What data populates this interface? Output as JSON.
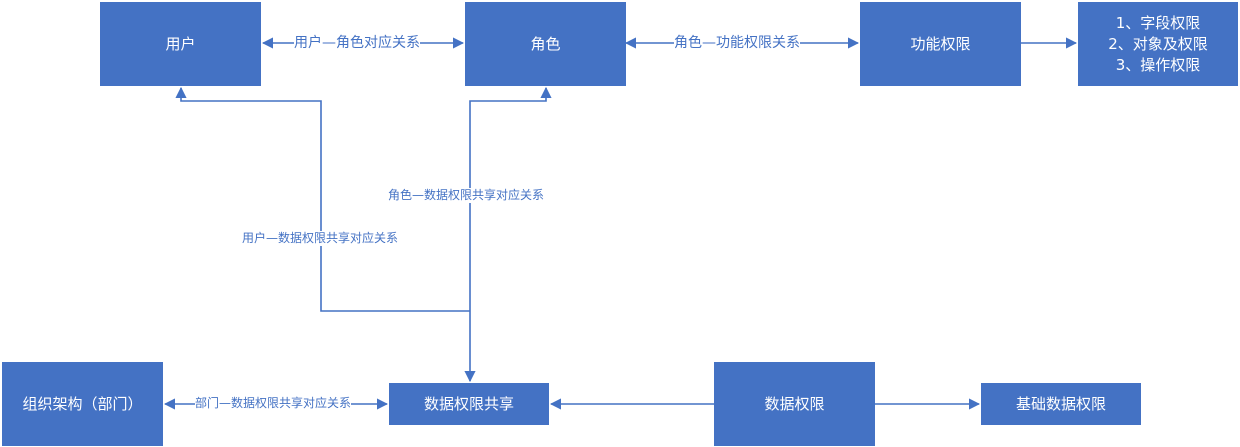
{
  "nodes": {
    "user": "用户",
    "role": "角色",
    "function_permission": "功能权限",
    "permission_types": [
      "1、字段权限",
      "2、对象及权限",
      "3、操作权限"
    ],
    "organization": "组织架构（部门）",
    "data_sharing": "数据权限共享",
    "data_permission": "数据权限",
    "basic_data_permission": "基础数据权限"
  },
  "edges": {
    "user_role": "用户—角色对应关系",
    "role_function": "角色—功能权限关系",
    "role_data_sharing": "角色—数据权限共享对应关系",
    "user_data_sharing": "用户—数据权限共享对应关系",
    "org_data_sharing": "部门—数据权限共享对应关系"
  },
  "colors": {
    "node_fill": "#4472c4",
    "node_text": "#ffffff",
    "connector": "#4472c4"
  }
}
